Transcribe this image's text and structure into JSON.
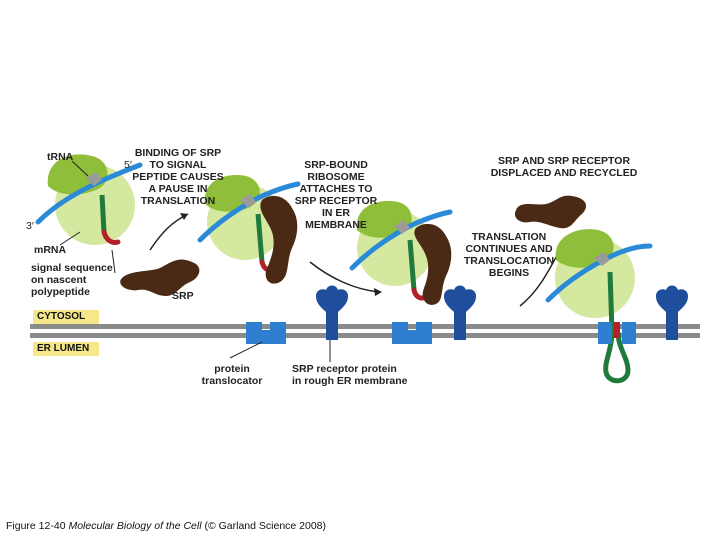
{
  "labels": {
    "trna": "tRNA",
    "five_prime": "5′",
    "three_prime": "3′",
    "mrna": "mRNA",
    "signal_sequence": [
      "signal sequence",
      "on nascent",
      "polypeptide"
    ],
    "srp": "SRP",
    "step1": [
      "BINDING OF SRP",
      "TO SIGNAL",
      "PEPTIDE CAUSES",
      "A PAUSE IN",
      "TRANSLATION"
    ],
    "step2": [
      "SRP-BOUND",
      "RIBOSOME",
      "ATTACHES TO",
      "SRP RECEPTOR",
      "IN ER",
      "MEMBRANE"
    ],
    "step3": [
      "TRANSLATION",
      "CONTINUES AND",
      "TRANSLOCATION",
      "BEGINS"
    ],
    "step4": [
      "SRP AND SRP RECEPTOR",
      "DISPLACED AND RECYCLED"
    ],
    "cytosol": "CYTOSOL",
    "er_lumen": "ER LUMEN",
    "protein_translocator": [
      "protein",
      "translocator"
    ],
    "srp_receptor": [
      "SRP receptor protein",
      "in rough ER membrane"
    ]
  },
  "caption": {
    "prefix": "Figure 12-40",
    "title": "Molecular Biology of the Cell",
    "suffix": "(© Garland Science 2008)"
  },
  "colors": {
    "ribosome_large": "#d5e8a0",
    "ribosome_small": "#8fbf3a",
    "mrna": "#2b8ad8",
    "polypeptide": "#1f7a3c",
    "signal_sequence": "#b3202a",
    "srp": "#4a2a14",
    "receptor": "#1f4e9c",
    "translocator": "#2e7fd0",
    "membrane": "#8a8a8a",
    "tag_bg": "#f6e88a"
  }
}
